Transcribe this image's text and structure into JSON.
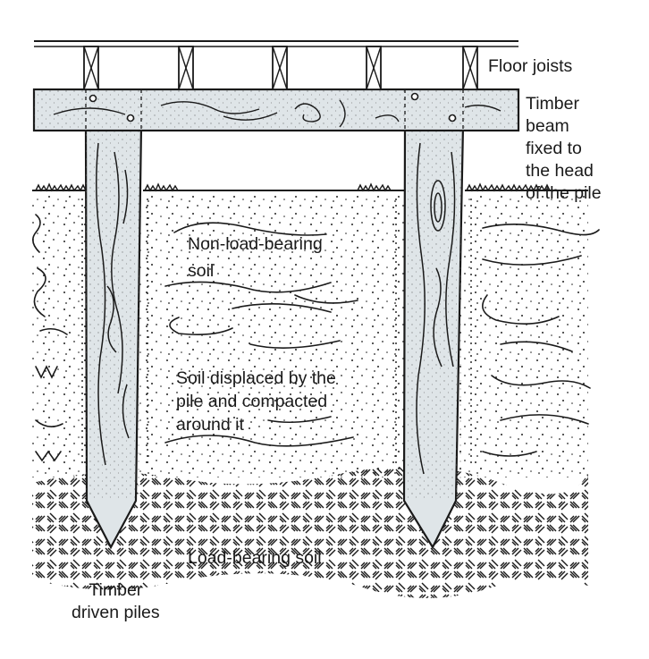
{
  "labels": {
    "floor_joists": "Floor joists",
    "timber_beam": [
      "Timber",
      "beam",
      "fixed to",
      "the head",
      "of the pile"
    ],
    "non_load_bearing": [
      "Non-load-bearing",
      "soil"
    ],
    "soil_displaced": [
      "Soil displaced by the",
      "pile and compacted",
      "around it"
    ],
    "load_bearing": "Load-bearing soil",
    "timber_piles": [
      "Timber",
      "driven piles"
    ]
  },
  "colors": {
    "ink": "#1a1a1a",
    "timber_fill": "#dfe5e8",
    "paper": "#ffffff"
  }
}
